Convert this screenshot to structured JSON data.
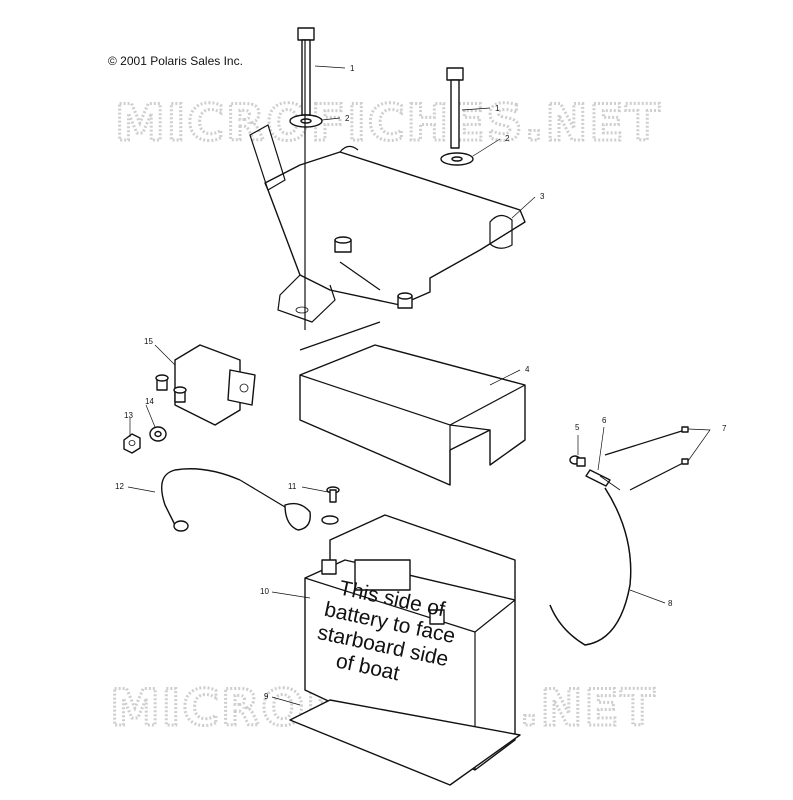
{
  "copyright": "© 2001 Polaris Sales Inc.",
  "watermark": "MICROFICHES.NET",
  "battery_label": [
    "This side of",
    "battery to face",
    "starboard side",
    "of boat"
  ],
  "callouts": {
    "c1a": "1",
    "c1b": "1",
    "c2a": "2",
    "c2b": "2",
    "c3": "3",
    "c4": "4",
    "c5": "5",
    "c6": "6",
    "c7": "7",
    "c8": "8",
    "c9": "9",
    "c10": "10",
    "c11": "11",
    "c12": "12",
    "c13": "13",
    "c14": "14",
    "c15": "15"
  }
}
